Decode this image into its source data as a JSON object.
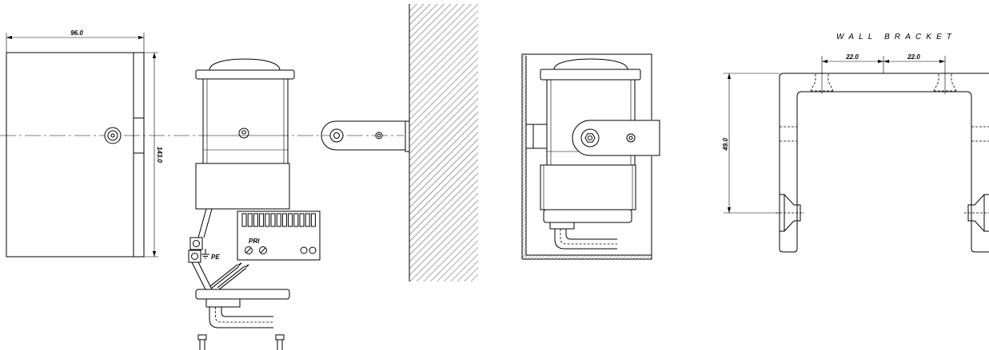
{
  "drawing": {
    "cover": {
      "width_dim": "96.0",
      "height_dim": "143.0"
    },
    "wiring": {
      "pe_label": "PE",
      "pri_label": "PRI"
    },
    "wall_bracket": {
      "title": "WALL BRACKET",
      "hole_spacing_left_dim": "22.0",
      "hole_spacing_right_dim": "22.0",
      "height_dim": "49.0"
    }
  },
  "colors": {
    "line": "#000000",
    "background": "#ffffff"
  }
}
